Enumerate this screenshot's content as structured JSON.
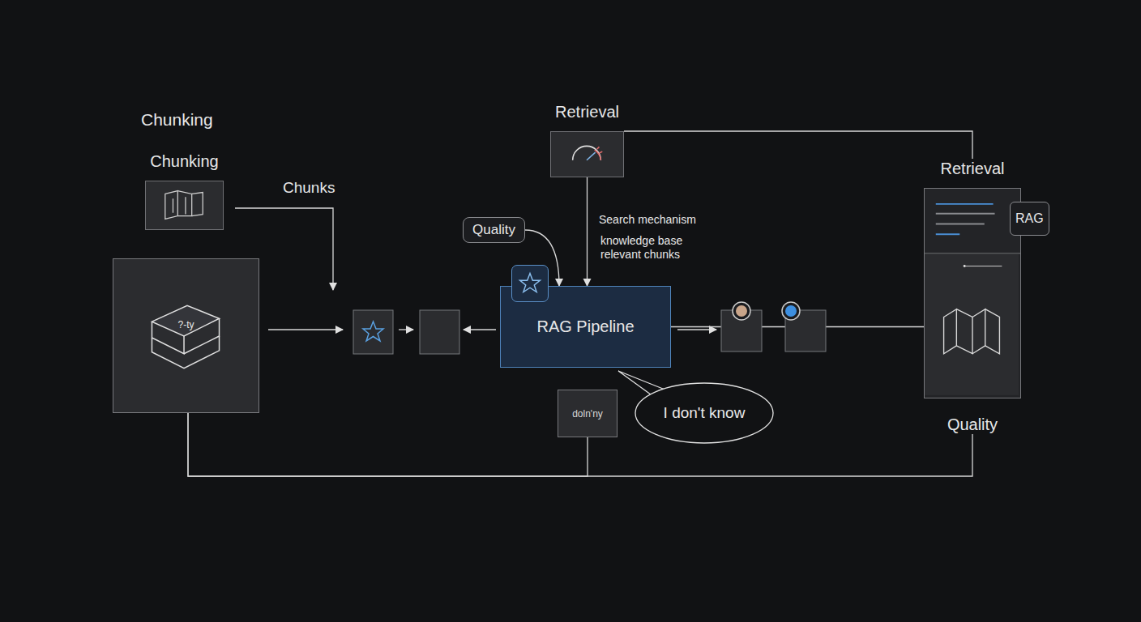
{
  "diagram": {
    "nodes": [
      {
        "text": [
          "Quality"
        ]
      },
      {
        "text": [
          "RAG Pipeline"
        ]
      },
      {
        "text": [
          "I don't know"
        ]
      },
      {
        "text": [
          "Retrieval",
          "Quality"
        ]
      },
      {
        "text": [
          "RAG"
        ],
        "in": 3
      },
      {
        "text": [
          "Chunking"
        ]
      },
      {
        "text": [
          "Retrieval"
        ]
      },
      {
        "text": [
          "doln'ny"
        ]
      },
      {
        "text": [
          "?-ty"
        ]
      }
    ],
    "edges": [
      {
        "from": 0,
        "to": 1,
        "arrow": "to"
      },
      {
        "from": 6,
        "to": 1,
        "arrow": "to"
      },
      {
        "from": 1,
        "to": 3,
        "arrow": "none"
      },
      {
        "from": 6,
        "to": 3,
        "arrow": "none"
      },
      {
        "from": 8,
        "to": 3,
        "arrow": "none"
      },
      {
        "from": 8,
        "to": 7,
        "arrow": "none"
      }
    ],
    "labels": [
      "Chunking",
      "Chunks",
      "Search mechanism",
      "knowledge base",
      "relevant chunks"
    ]
  }
}
